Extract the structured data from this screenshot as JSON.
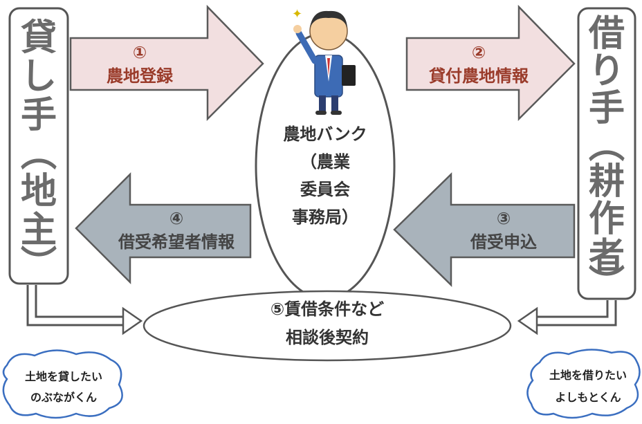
{
  "lender": {
    "chars": [
      "貸",
      "し",
      "手",
      "︵",
      "地",
      "主",
      "︶"
    ]
  },
  "borrower": {
    "chars": [
      "借",
      "り",
      "手",
      "︵",
      "耕",
      "作",
      "者",
      "︶"
    ]
  },
  "steps": {
    "s1": {
      "num": "①",
      "label": "農地登録"
    },
    "s2": {
      "num": "②",
      "label": "貸付農地情報"
    },
    "s3": {
      "num": "③",
      "label": "借受申込"
    },
    "s4": {
      "num": "④",
      "label": "借受希望者情報"
    }
  },
  "bank": {
    "lines": [
      "農地バンク",
      "（農業",
      "委員会",
      "事務局）"
    ]
  },
  "contract": {
    "line1": "⑤賃借条件など",
    "line2": "相談後契約"
  },
  "cloud_left": {
    "line1": "土地を貸したい",
    "line2": "のぶながくん"
  },
  "cloud_right": {
    "line1": "土地を借りたい",
    "line2": "よしもとくん"
  },
  "colors": {
    "pink_arrow": "#f2dfe0",
    "gray_arrow": "#a9b3bb",
    "red_text": "#9a3b2a"
  }
}
